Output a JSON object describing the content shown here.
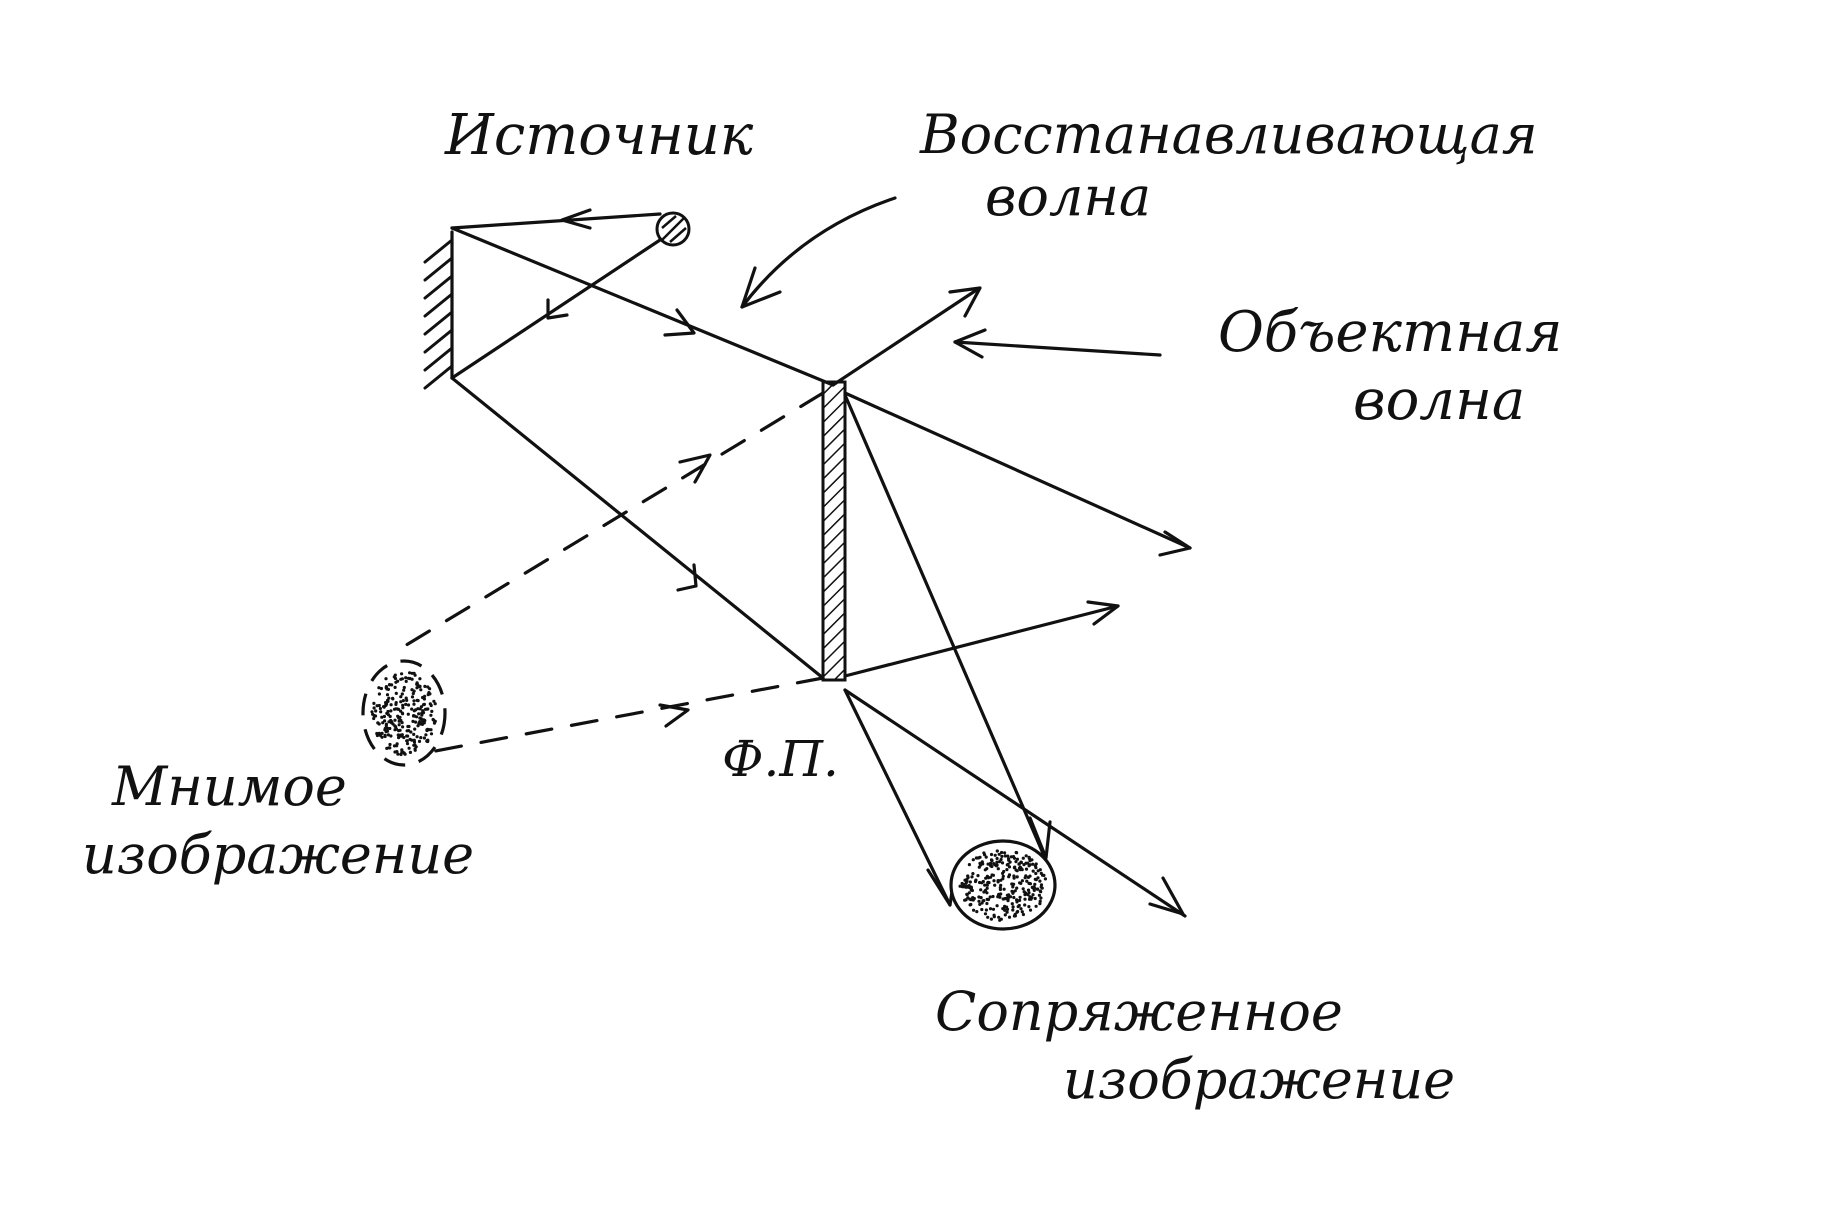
{
  "labels": {
    "source": "Источник",
    "reconstructing_wave_line1": "Восстанавливающая",
    "reconstructing_wave_line2": "волна",
    "object_wave_line1": "Объектная",
    "object_wave_line2": "волна",
    "virtual_image_line1": "Мнимое",
    "virtual_image_line2": "изображение",
    "photo_plate": "Ф.П.",
    "conjugate_image_line1": "Сопряженное",
    "conjugate_image_line2": "изображение"
  }
}
